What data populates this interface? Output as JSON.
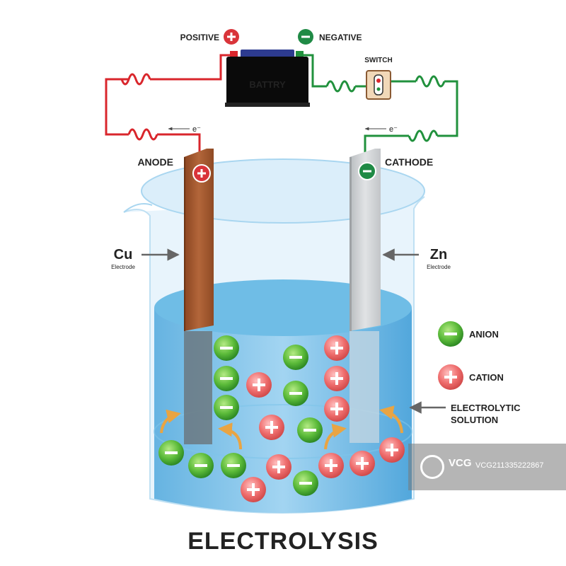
{
  "title": "ELECTROLYSIS",
  "battery": {
    "label": "BATTRY",
    "positive_label": "POSITIVE",
    "negative_label": "NEGATIVE"
  },
  "switch_label": "SWITCH",
  "electron_label": "e⁻",
  "anode": {
    "label": "ANODE",
    "metal": "Cu",
    "metal_sub": "Electrode"
  },
  "cathode": {
    "label": "CATHODE",
    "metal": "Zn",
    "metal_sub": "Electrode"
  },
  "legend": {
    "anion": "ANION",
    "cation": "CATION"
  },
  "solution_label": [
    "ELECTROLYTIC",
    "SOLUTION"
  ],
  "watermark": {
    "brand": "VCG",
    "id": "VCG211335222867"
  },
  "colors": {
    "positive": "#d9343a",
    "negative": "#1f8a45",
    "wire_red": "#d9262c",
    "wire_green": "#21913d",
    "anion": "#59b83a",
    "cation": "#ec6a6a",
    "copper": "#a45a2f",
    "zinc": "#cfd2d4",
    "water": "#5fb4e3",
    "arrow": "#e9a442"
  }
}
